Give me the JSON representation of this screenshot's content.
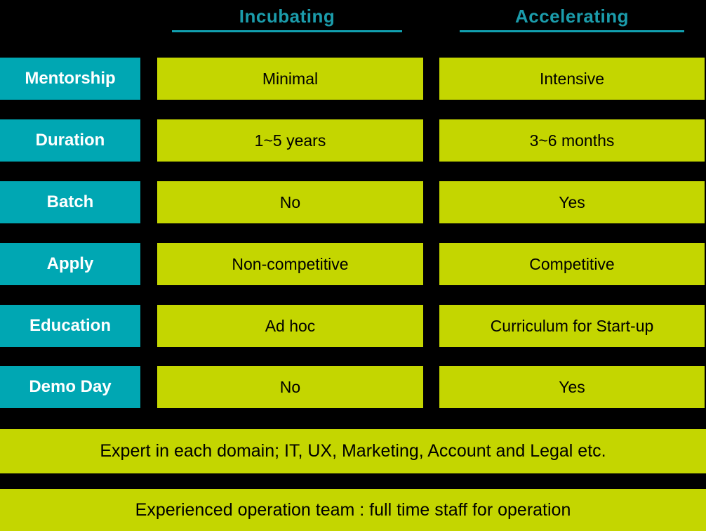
{
  "colors": {
    "background": "#000000",
    "teal_box": "#00a7b3",
    "header_text": "#1b9cab",
    "header_underline": "#11a0b0",
    "green_box": "#c4d600",
    "label_text": "#ffffff",
    "cell_text": "#000000"
  },
  "header": {
    "columns": [
      {
        "label": "Incubating"
      },
      {
        "label": "Accelerating"
      }
    ]
  },
  "table": {
    "rows": [
      {
        "label": "Mentorship",
        "incubating": "Minimal",
        "accelerating": "Intensive"
      },
      {
        "label": "Duration",
        "incubating": "1~5 years",
        "accelerating": "3~6 months"
      },
      {
        "label": "Batch",
        "incubating": "No",
        "accelerating": "Yes"
      },
      {
        "label": "Apply",
        "incubating": "Non-competitive",
        "accelerating": "Competitive"
      },
      {
        "label": "Education",
        "incubating": "Ad hoc",
        "accelerating": "Curriculum for Start-up"
      },
      {
        "label": "Demo Day",
        "incubating": "No",
        "accelerating": "Yes"
      }
    ]
  },
  "footers": [
    {
      "text": "Expert in each domain; IT, UX, Marketing, Account and Legal etc."
    },
    {
      "text": "Experienced operation team : full time staff for operation"
    }
  ]
}
